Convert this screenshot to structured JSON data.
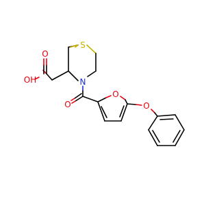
{
  "molecule": {
    "atoms": {
      "sulfur": "S",
      "nitrogen": "N",
      "acid_oh": "OH",
      "acid_carbonyl_o": "O",
      "amide_o": "O",
      "furan_o": "O",
      "ether_o": "O"
    },
    "colors": {
      "carbon": "#000000",
      "oxygen": "#e8000d",
      "nitrogen": "#1a2ecf",
      "sulfur": "#c8b400"
    }
  }
}
